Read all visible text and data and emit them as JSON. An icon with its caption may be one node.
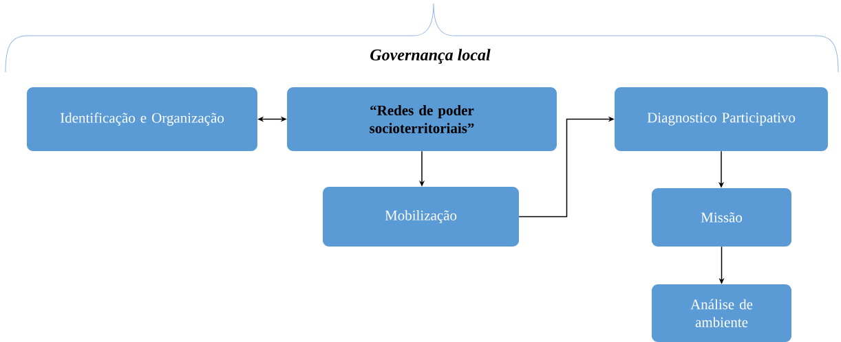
{
  "diagram": {
    "title": "Governança local",
    "nodes": [
      {
        "text": [
          "Identificação e Organização"
        ]
      },
      {
        "text": [
          "“Redes de poder socioterritoriais”"
        ]
      },
      {
        "text": [
          "Mobilização"
        ]
      },
      {
        "text": [
          "Diagnostico Participativo"
        ]
      },
      {
        "text": [
          "Missão"
        ]
      },
      {
        "text": [
          "Análise de ambiente"
        ]
      }
    ],
    "edges": [
      {
        "from": 0,
        "to": 1,
        "arrow": "both"
      },
      {
        "from": 1,
        "to": 2,
        "arrow": "to"
      },
      {
        "from": 2,
        "to": 3,
        "arrow": "to"
      },
      {
        "from": 3,
        "to": 4,
        "arrow": "to"
      },
      {
        "from": 4,
        "to": 5,
        "arrow": "to"
      }
    ]
  }
}
